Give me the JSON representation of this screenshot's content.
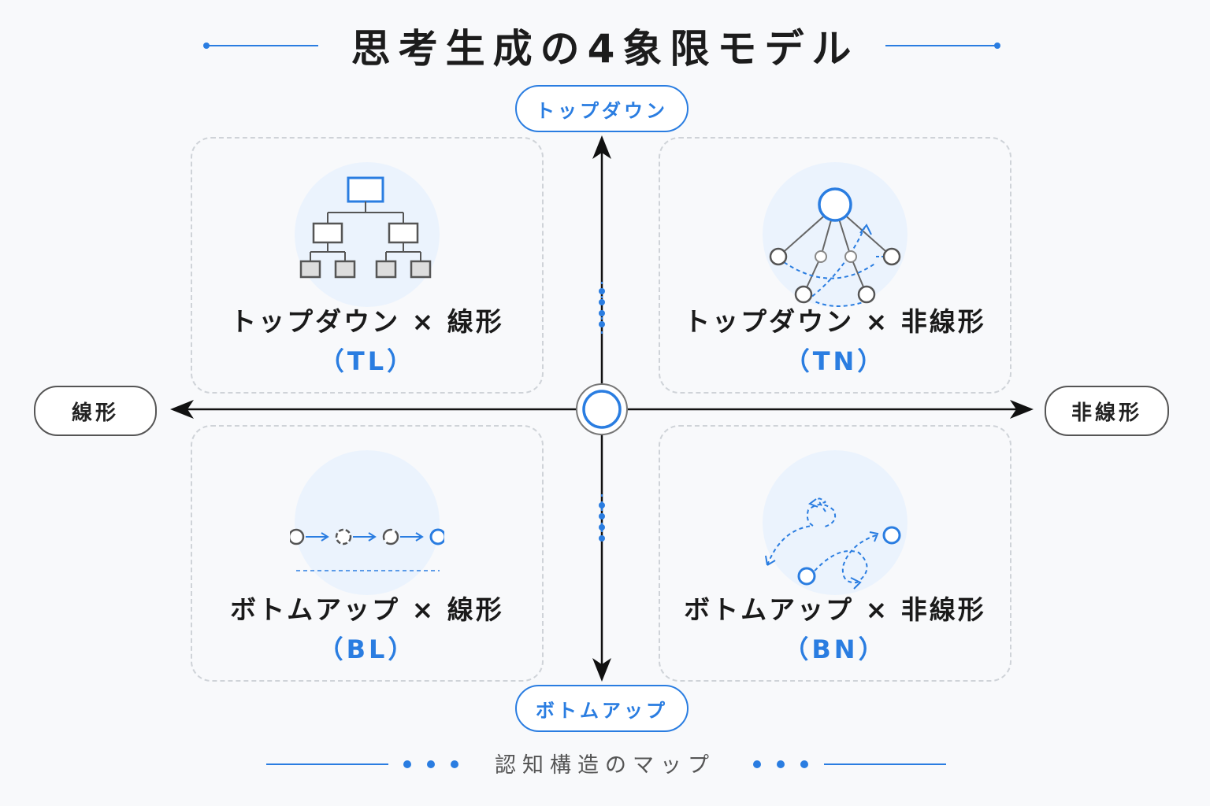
{
  "title": "思考生成の4象限モデル",
  "axes": {
    "top": "トップダウン",
    "bottom": "ボトムアップ",
    "left": "線形",
    "right": "非線形"
  },
  "quadrants": [
    {
      "label": "トップダウン × 線形",
      "code": "（TL）",
      "icon": "hierarchy-tree-icon"
    },
    {
      "label": "トップダウン × 非線形",
      "code": "（TN）",
      "icon": "network-graph-icon"
    },
    {
      "label": "ボトムアップ × 線形",
      "code": "（BL）",
      "icon": "linear-sequence-icon"
    },
    {
      "label": "ボトムアップ × 非線形",
      "code": "（BN）",
      "icon": "scattered-paths-icon"
    }
  ],
  "footer": "認知構造のマップ",
  "colors": {
    "accent": "#2a7de1",
    "axis": "#111111",
    "card_border": "#cfd3d8",
    "halo": "#ebf3fd"
  }
}
